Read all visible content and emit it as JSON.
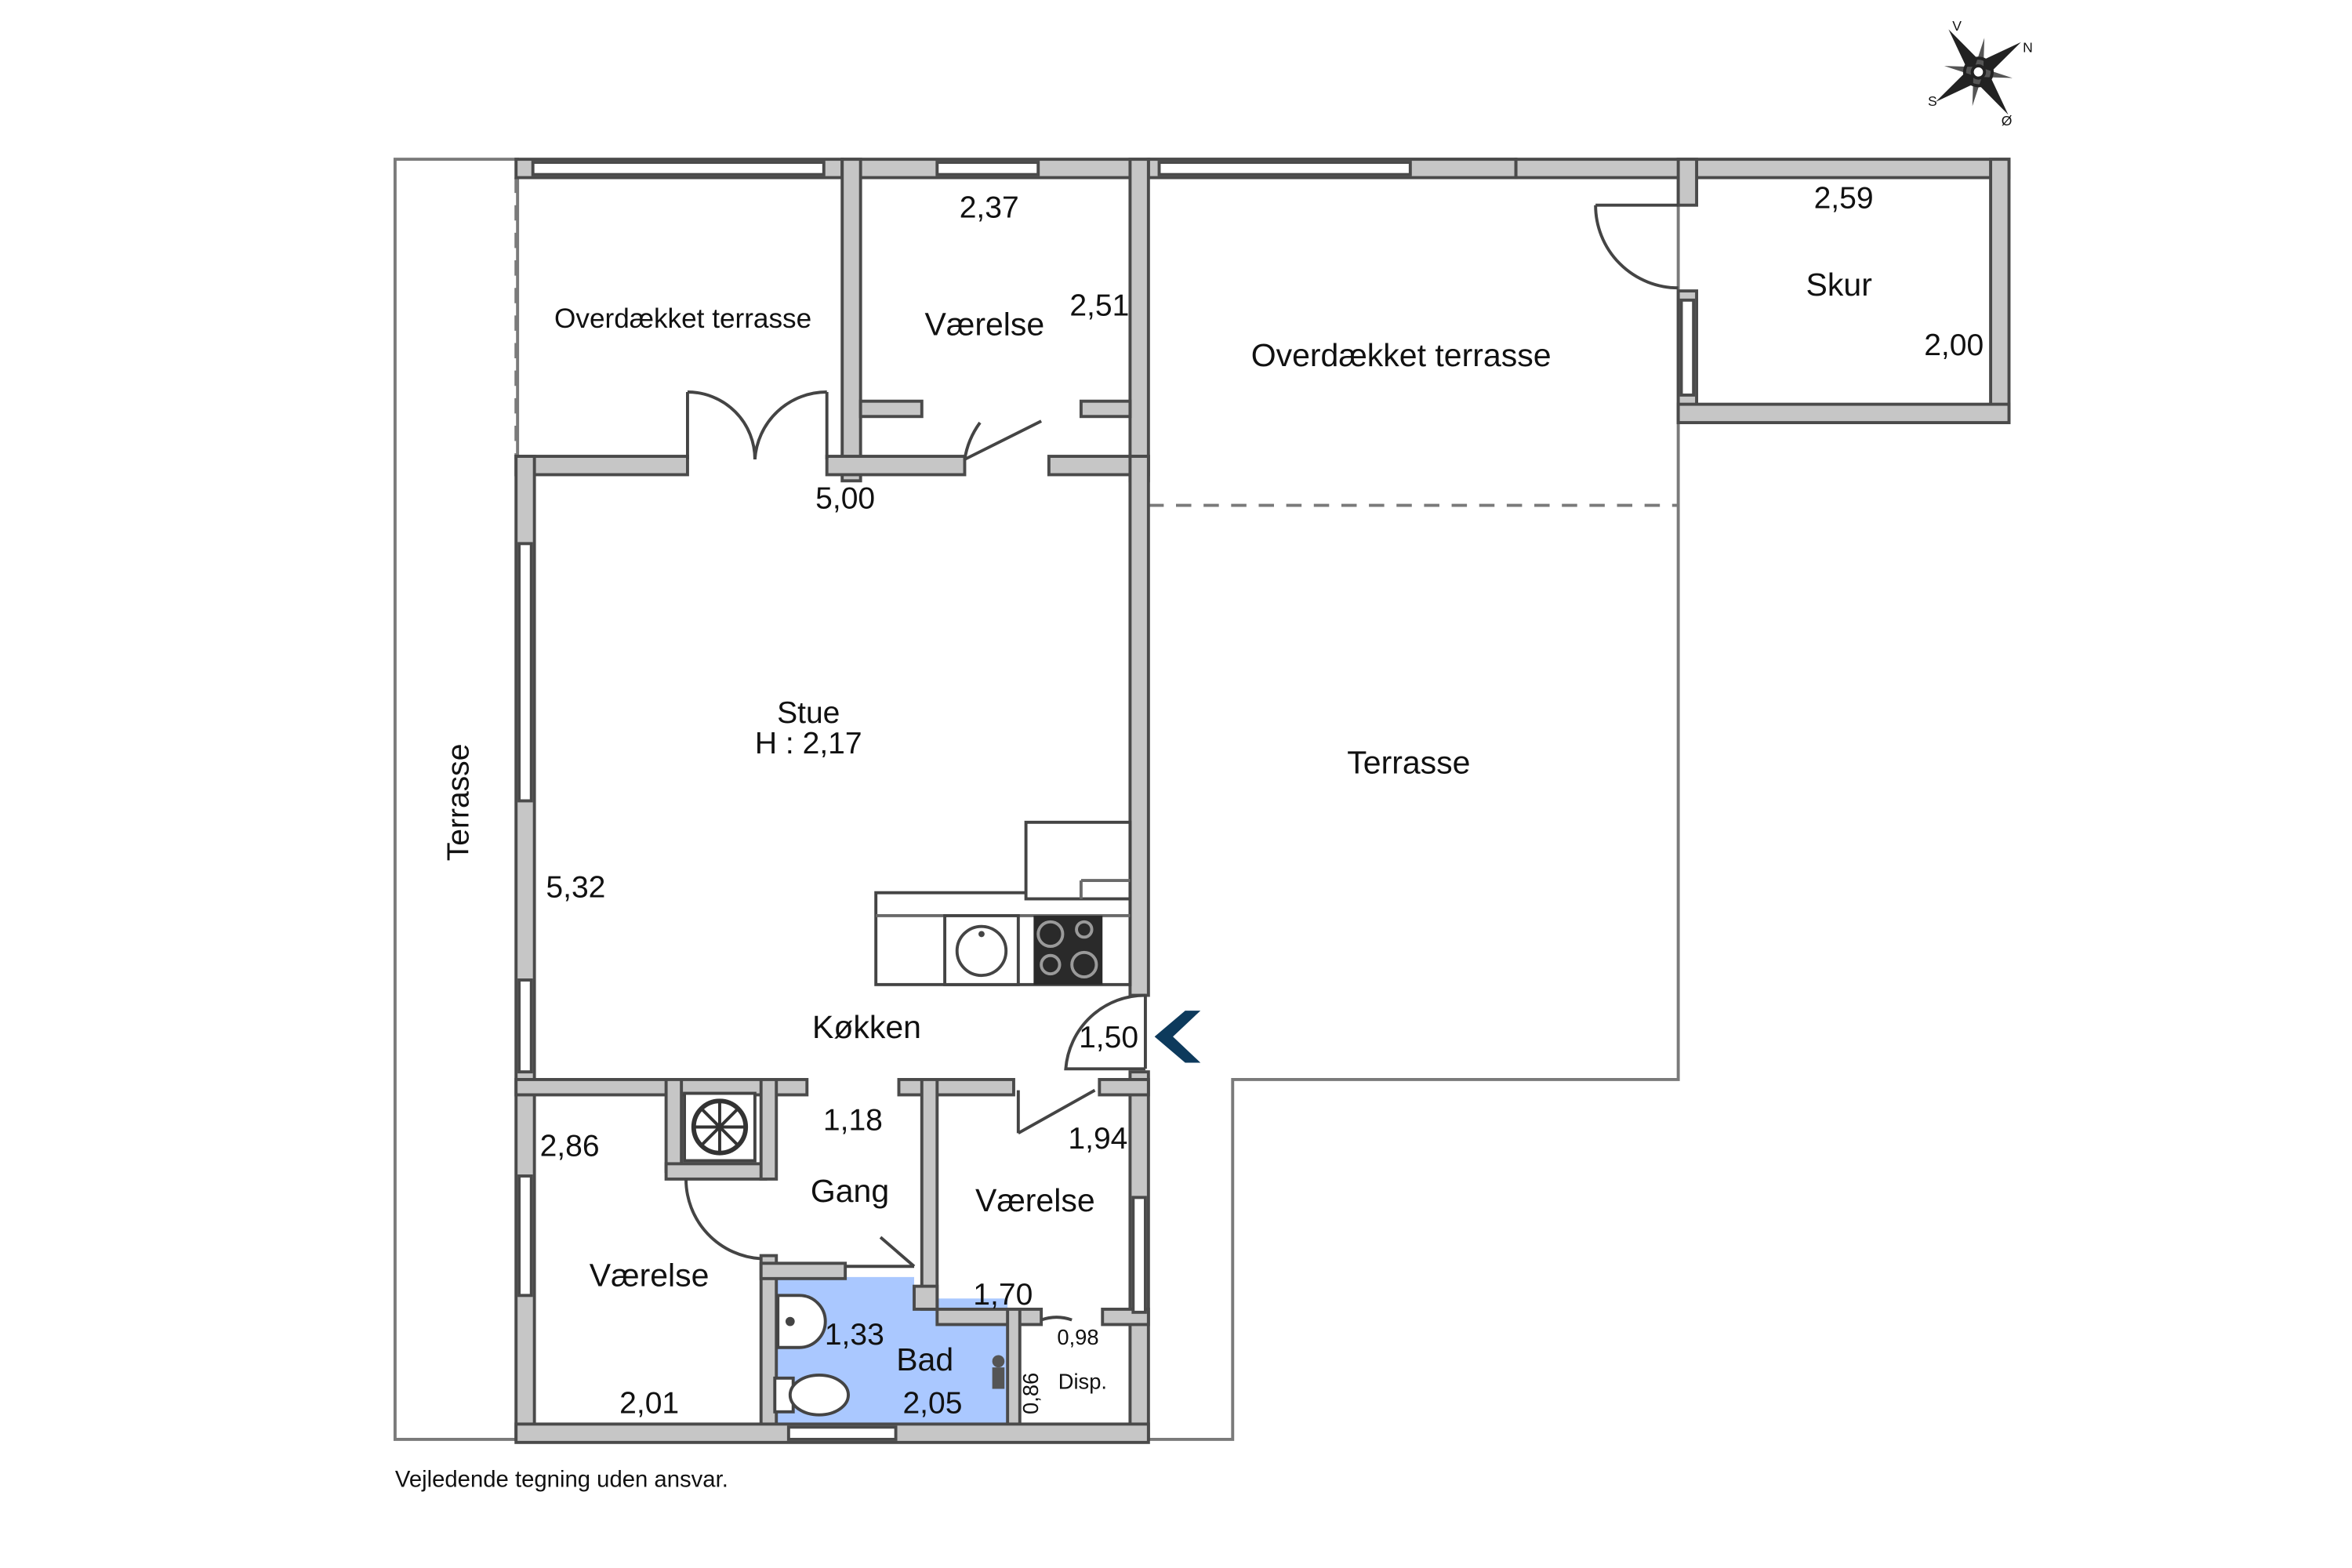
{
  "rooms": {
    "overdaekket_terrasse_1": "Overdækket terrasse",
    "vaerelse_top": "Værelse",
    "overdaekket_terrasse_2": "Overdækket terrasse",
    "skur": "Skur",
    "stue": "Stue",
    "stue_height": "H : 2,17",
    "terrasse_left": "Terrasse",
    "terrasse_right": "Terrasse",
    "koekken": "Køkken",
    "gang": "Gang",
    "vaerelse_right": "Værelse",
    "vaerelse_left": "Værelse",
    "bad": "Bad",
    "disp": "Disp."
  },
  "dimensions": {
    "d_2_37": "2,37",
    "d_2_51": "2,51",
    "d_2_59": "2,59",
    "d_2_00": "2,00",
    "d_5_00": "5,00",
    "d_5_32": "5,32",
    "d_1_50": "1,50",
    "d_1_18": "1,18",
    "d_1_94": "1,94",
    "d_2_86": "2,86",
    "d_1_70": "1,70",
    "d_1_33": "1,33",
    "d_0_98": "0,98",
    "d_0_86": "0,86",
    "d_2_05": "2,05",
    "d_2_01": "2,01"
  },
  "compass": {
    "v": "V",
    "n": "N",
    "s": "S",
    "o": "Ø"
  },
  "footer_note": "Vejledende tegning uden ansvar.",
  "colors": {
    "wall": "#c6c6c6",
    "bathroom": "#aac8ff",
    "entrance_arrow": "#0d3a5c"
  },
  "icons": [
    "compass-rose-icon",
    "entrance-arrow-icon",
    "sink-icon",
    "stove-icon",
    "fireplace-icon",
    "toilet-icon",
    "washbasin-icon",
    "faucet-icon"
  ]
}
